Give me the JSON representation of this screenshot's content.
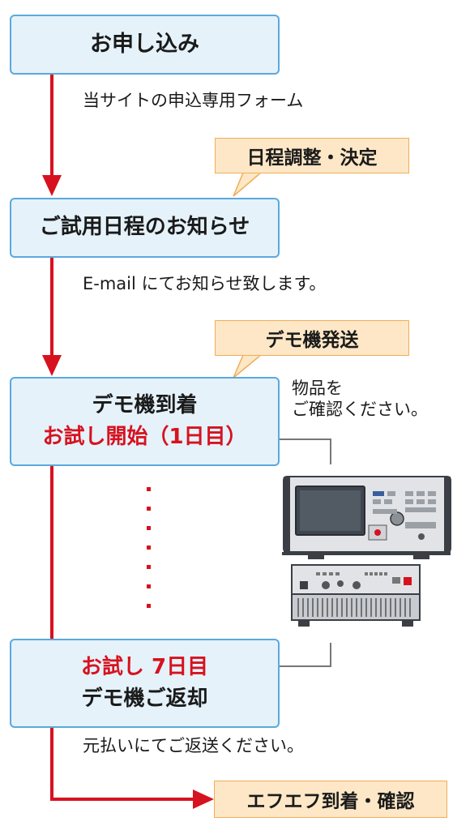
{
  "steps": {
    "apply": "お申し込み",
    "schedule": "ご試用日程のお知らせ",
    "arrival_line1": "デモ機到着",
    "arrival_line2": "お試し開始（1日目）",
    "return_line1": "お試し 7日目",
    "return_line2": "デモ機ご返却"
  },
  "notes": {
    "form": "当サイトの申込専用フォーム",
    "email": "E-mail にてお知らせ致します。",
    "check_line1": "物品を",
    "check_line2": "ご確認ください。",
    "return_ship": "元払いにてご返送ください。"
  },
  "callouts": {
    "schedule_decision": "日程調整・決定",
    "demo_shipping": "デモ機発送",
    "receipt": "エフエフ到着・確認"
  },
  "colors": {
    "arrow_red": "#d7121f",
    "box_fill": "#e5f2fa",
    "box_border": "#5aa9dc",
    "callout_fill": "#fde7c6",
    "callout_border": "#f1ad58"
  }
}
